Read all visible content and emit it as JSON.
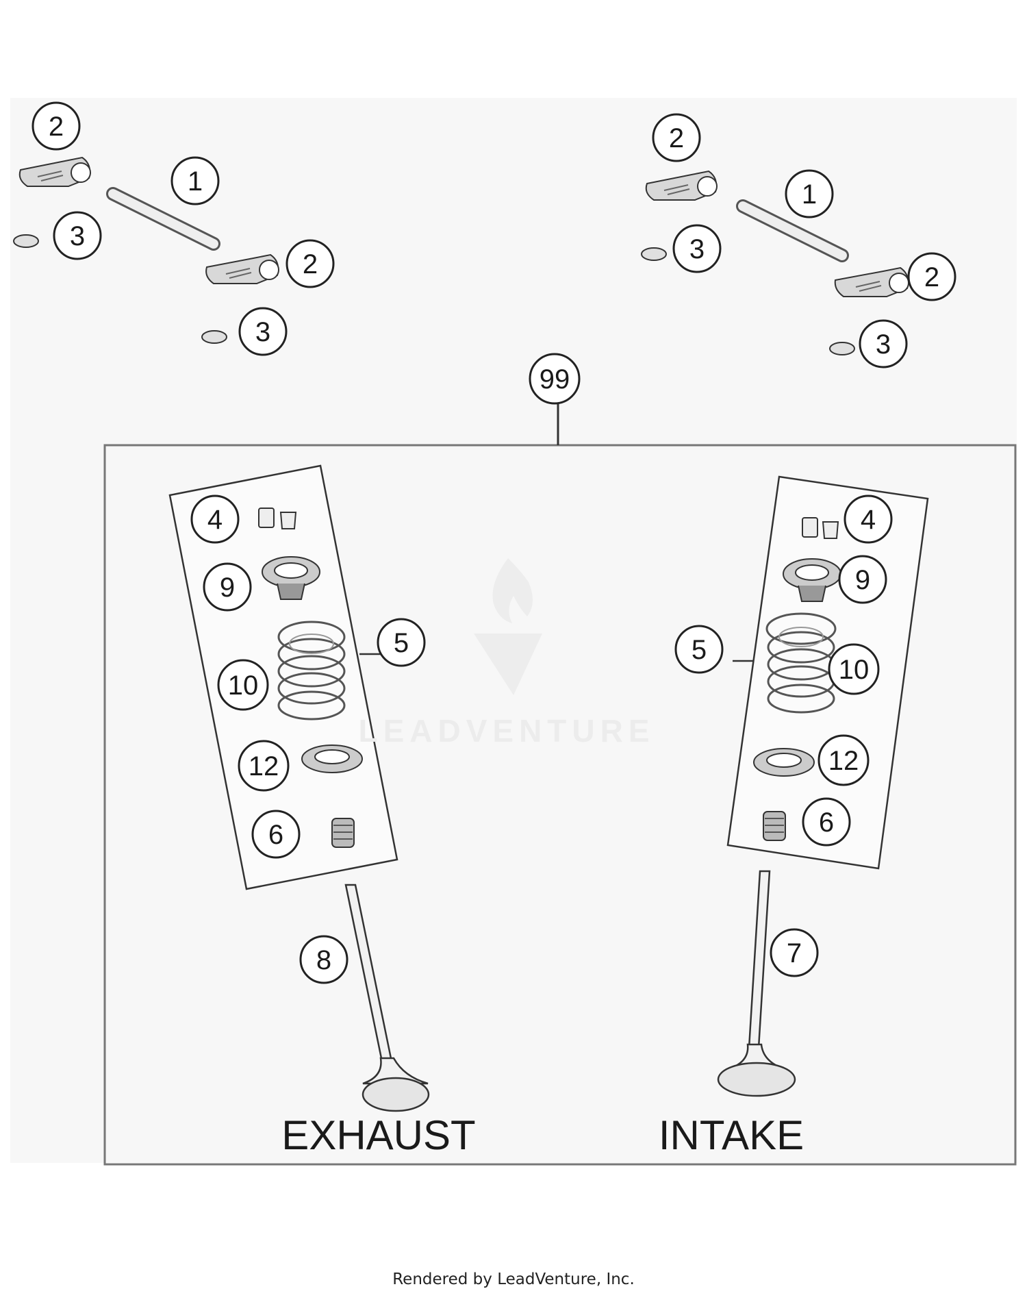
{
  "diagram": {
    "callouts": {
      "c1a": "1",
      "c2a": "2",
      "c2b": "2",
      "c3a": "3",
      "c3b": "3",
      "c1b": "1",
      "c2c": "2",
      "c2d": "2",
      "c3c": "3",
      "c3d": "3",
      "c99": "99",
      "ex4": "4",
      "ex9": "9",
      "ex10": "10",
      "ex12": "12",
      "ex6": "6",
      "ex5": "5",
      "ex8": "8",
      "in4": "4",
      "in9": "9",
      "in10": "10",
      "in12": "12",
      "in6": "6",
      "in5": "5",
      "in7": "7"
    },
    "labels": {
      "exhaust": "EXHAUST",
      "intake": "INTAKE"
    },
    "watermark": "LEADVENTURE"
  },
  "footer": {
    "text": "Rendered by LeadVenture, Inc."
  },
  "colors": {
    "line": "#333333",
    "fill_light": "#e6e6e6",
    "background": "#f6f6f6"
  }
}
